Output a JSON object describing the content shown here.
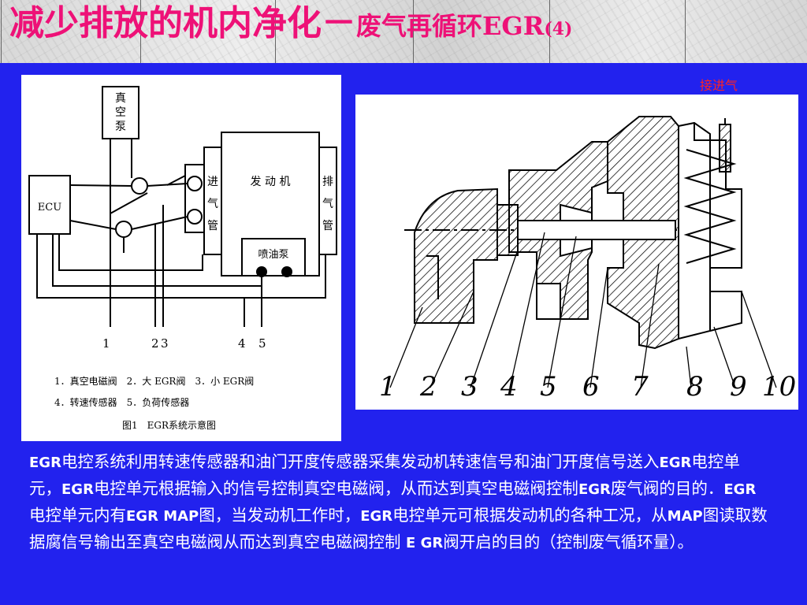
{
  "slide": {
    "title": {
      "main": "减少排放的机内净化",
      "dash": "－",
      "sub": "废气再循环EGR",
      "index": "(4)"
    },
    "corner_label": "接进气"
  },
  "schematic": {
    "labels": {
      "vacuum_pump": [
        "真",
        "空",
        "泵"
      ],
      "ecu": "ECU",
      "intake": [
        "进",
        "气",
        "管"
      ],
      "engine": "发 动 机",
      "exhaust": [
        "排",
        "气",
        "管"
      ],
      "injection_pump": "喷油泵"
    },
    "numbers": [
      "1",
      "2",
      "3",
      "4",
      "5"
    ],
    "legend": {
      "line1": "1．真空电磁阀　2．大 EGR阀　3．小 EGR阀",
      "line2": "4．转速传感器　5．负荷传感器",
      "caption": "图1　EGR系统示意图"
    }
  },
  "valve": {
    "numbers": [
      "1",
      "2",
      "3",
      "4",
      "5",
      "6",
      "7",
      "8",
      "9",
      "10"
    ]
  },
  "body": {
    "segments": [
      {
        "t": "EGR",
        "b": true
      },
      {
        "t": "电控系统利用转速传感器和油门开度传感器采集发动机转速信号和油门开度信号送入",
        "b": false
      },
      {
        "t": "EGR",
        "b": true
      },
      {
        "t": "电控单元，",
        "b": false
      },
      {
        "t": "EGR",
        "b": true
      },
      {
        "t": "电控单元根据输入的信号控制真空电磁阀，从而达到真空电磁阀控制",
        "b": false
      },
      {
        "t": "EGR",
        "b": true
      },
      {
        "t": "废气阀的目的．",
        "b": false
      },
      {
        "t": "EGR",
        "b": true
      },
      {
        "t": "电控单元内有",
        "b": false
      },
      {
        "t": "EGR MAP",
        "b": true
      },
      {
        "t": "图，当发动机工作时，",
        "b": false
      },
      {
        "t": "EGR",
        "b": true
      },
      {
        "t": "电控单元可根据发动机的各种工况，从",
        "b": false
      },
      {
        "t": "MAP",
        "b": true
      },
      {
        "t": "图读取数据腐信号输出至真空电磁阀从而达到真空电磁阀控制 ",
        "b": false
      },
      {
        "t": "E GR",
        "b": true
      },
      {
        "t": "阀开启的目的（控制废气循环量）。",
        "b": false
      }
    ]
  },
  "colors": {
    "background": "#2222ee",
    "title": "#ee1177",
    "corner_label": "#ff2222",
    "body_text": "#ffffff"
  }
}
